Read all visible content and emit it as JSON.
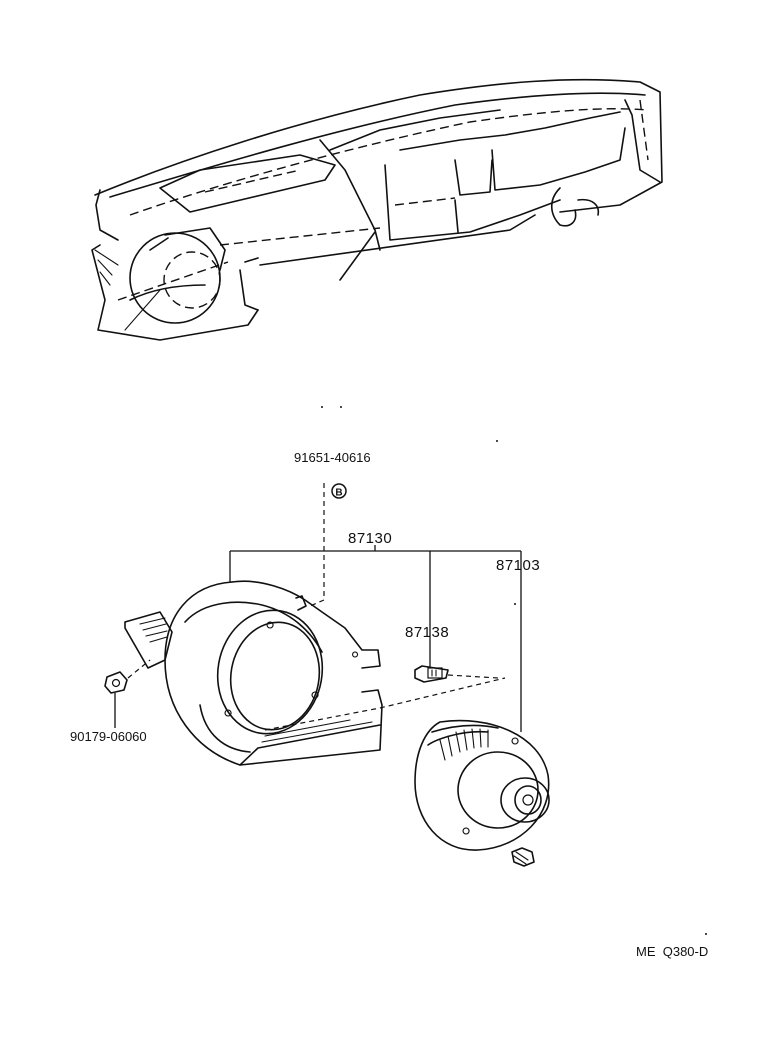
{
  "parts": {
    "bolt": "91651-40616",
    "callout_b": "B",
    "blower_assy": "87130",
    "motor": "87103",
    "resistor": "87138",
    "nut": "90179-06060"
  },
  "footer": {
    "code": "ME  Q380-D"
  },
  "colors": {
    "ink": "#111111",
    "paper": "#ffffff"
  }
}
